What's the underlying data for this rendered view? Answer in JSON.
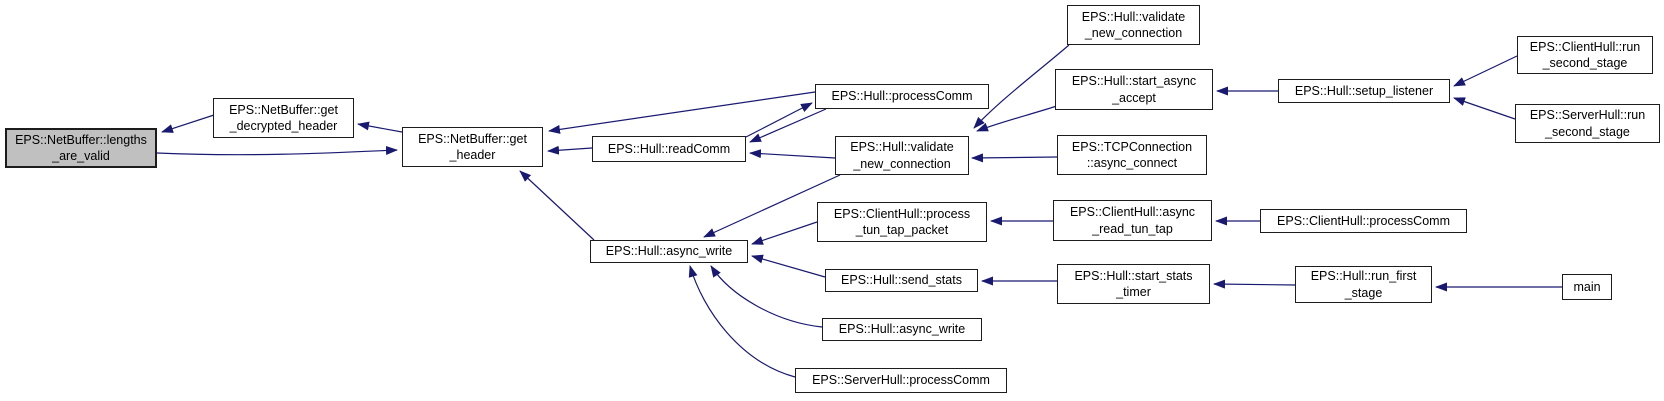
{
  "graph": {
    "kind": "caller-graph",
    "colors": {
      "edge": "#191970",
      "node_border": "#1c1c1c",
      "node_fill": "#ffffff",
      "focal_fill": "#c0c0c0",
      "background": "#ffffff"
    },
    "nodes": [
      {
        "id": "lengths_are_valid",
        "label": "EPS::NetBuffer::lengths\n_are_valid",
        "focal": true
      },
      {
        "id": "get_decrypted_header",
        "label": "EPS::NetBuffer::get\n_decrypted_header",
        "focal": false
      },
      {
        "id": "get_header",
        "label": "EPS::NetBuffer::get\n_header",
        "focal": false
      },
      {
        "id": "readComm",
        "label": "EPS::Hull::readComm",
        "focal": false
      },
      {
        "id": "processComm",
        "label": "EPS::Hull::processComm",
        "focal": false
      },
      {
        "id": "validate_new_connection",
        "label": "EPS::Hull::validate\n_new_connection",
        "focal": false
      },
      {
        "id": "validate_new_connection_top",
        "label": "EPS::Hull::validate\n_new_connection",
        "focal": false
      },
      {
        "id": "start_async_accept",
        "label": "EPS::Hull::start_async\n_accept",
        "focal": false
      },
      {
        "id": "tcp_async_connect",
        "label": "EPS::TCPConnection\n::async_connect",
        "focal": false
      },
      {
        "id": "setup_listener",
        "label": "EPS::Hull::setup_listener",
        "focal": false
      },
      {
        "id": "clienthull_run_second_stage",
        "label": "EPS::ClientHull::run\n_second_stage",
        "focal": false
      },
      {
        "id": "serverhull_run_second_stage",
        "label": "EPS::ServerHull::run\n_second_stage",
        "focal": false
      },
      {
        "id": "async_write",
        "label": "EPS::Hull::async_write",
        "focal": false
      },
      {
        "id": "process_tun_tap_packet",
        "label": "EPS::ClientHull::process\n_tun_tap_packet",
        "focal": false
      },
      {
        "id": "send_stats",
        "label": "EPS::Hull::send_stats",
        "focal": false
      },
      {
        "id": "async_write_overload",
        "label": "EPS::Hull::async_write",
        "focal": false
      },
      {
        "id": "serverhull_processComm",
        "label": "EPS::ServerHull::processComm",
        "focal": false
      },
      {
        "id": "async_read_tun_tap",
        "label": "EPS::ClientHull::async\n_read_tun_tap",
        "focal": false
      },
      {
        "id": "clienthull_processComm",
        "label": "EPS::ClientHull::processComm",
        "focal": false
      },
      {
        "id": "start_stats_timer",
        "label": "EPS::Hull::start_stats\n_timer",
        "focal": false
      },
      {
        "id": "run_first_stage",
        "label": "EPS::Hull::run_first\n_stage",
        "focal": false
      },
      {
        "id": "main",
        "label": "main",
        "focal": false
      }
    ],
    "edges": [
      {
        "from": "get_decrypted_header",
        "to": "lengths_are_valid"
      },
      {
        "from": "lengths_are_valid",
        "to": "get_header"
      },
      {
        "from": "get_header",
        "to": "get_decrypted_header"
      },
      {
        "from": "readComm",
        "to": "get_header"
      },
      {
        "from": "processComm",
        "to": "get_header"
      },
      {
        "from": "readComm",
        "to": "processComm"
      },
      {
        "from": "processComm",
        "to": "readComm"
      },
      {
        "from": "validate_new_connection",
        "to": "readComm"
      },
      {
        "from": "validate_new_connection_top",
        "to": "validate_new_connection"
      },
      {
        "from": "start_async_accept",
        "to": "validate_new_connection"
      },
      {
        "from": "tcp_async_connect",
        "to": "validate_new_connection"
      },
      {
        "from": "setup_listener",
        "to": "start_async_accept"
      },
      {
        "from": "clienthull_run_second_stage",
        "to": "setup_listener"
      },
      {
        "from": "serverhull_run_second_stage",
        "to": "setup_listener"
      },
      {
        "from": "validate_new_connection",
        "to": "async_write"
      },
      {
        "from": "async_write",
        "to": "get_header"
      },
      {
        "from": "process_tun_tap_packet",
        "to": "async_write"
      },
      {
        "from": "send_stats",
        "to": "async_write"
      },
      {
        "from": "async_write_overload",
        "to": "async_write"
      },
      {
        "from": "serverhull_processComm",
        "to": "async_write"
      },
      {
        "from": "async_read_tun_tap",
        "to": "process_tun_tap_packet"
      },
      {
        "from": "clienthull_processComm",
        "to": "async_read_tun_tap"
      },
      {
        "from": "start_stats_timer",
        "to": "send_stats"
      },
      {
        "from": "run_first_stage",
        "to": "start_stats_timer"
      },
      {
        "from": "main",
        "to": "run_first_stage"
      }
    ]
  }
}
